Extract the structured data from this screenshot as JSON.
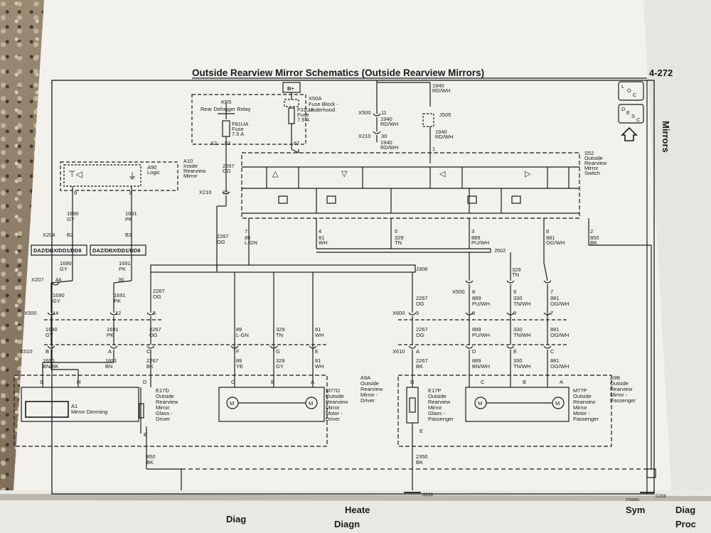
{
  "page": {
    "title": "Outside Rearview Mirror Schematics (Outside Rearview Mirrors)",
    "page_number": "4-272",
    "section": "Mirrors",
    "loc_label_1": "L",
    "loc_label_2": "O",
    "loc_label_3": "C",
    "desc_label_1": "D",
    "desc_label_2": "E",
    "desc_label_3": "S",
    "desc_label_4": "C",
    "print_code": "2706841"
  },
  "power": {
    "battery": "B+",
    "fuse_block_id": "X50A",
    "fuse_block_name_1": "Fuse Block -",
    "fuse_block_name_2": "Underhood",
    "relay_id": "KR5",
    "relay_name": "Rear Defogger Relay",
    "fuse_left_id": "F61UA",
    "fuse_left_name": "Fuse",
    "fuse_left_rating": "7.5 A",
    "fuse_right_id": "F31UA",
    "fuse_right_name": "Fuse",
    "fuse_right_rating": "7.5 A",
    "pin_x2": "X2",
    "pin_53": "53",
    "pin_67": "67"
  },
  "top_right_feed": {
    "circuit_1": "1940",
    "color_1": "RD/WH",
    "x500": "X500",
    "pin_11": "11",
    "circuit_2": "1940",
    "color_2": "RD/WH",
    "x210": "X210",
    "pin_30": "30",
    "circuit_3": "1940",
    "color_3": "RD/WH",
    "splice": "J505",
    "circuit_4": "1940",
    "color_4": "RD/WH",
    "pin_1": "1"
  },
  "inside_mirror": {
    "id": "A10",
    "name_1": "Inside",
    "name_2": "Rearview",
    "name_3": "Mirror",
    "logic_id": "A90",
    "logic_name": "Logic",
    "pin_9": "9",
    "pin_8": "8"
  },
  "switch": {
    "id": "S52",
    "name_1": "Outside",
    "name_2": "Rearview",
    "name_3": "Mirror",
    "name_4": "Switch"
  },
  "wires": {
    "c1690": "1690",
    "c1691": "1691",
    "c2267": "2267",
    "c89": "89",
    "c329": "329",
    "c81": "81",
    "c889": "889",
    "c330": "330",
    "c881": "881",
    "c850": "850",
    "c2350": "2350",
    "gy": "GY",
    "pk": "PK",
    "og": "OG",
    "lgn": "L-GN",
    "tn": "TN",
    "wh": "WH",
    "puwh": "PU/WH",
    "ogwh": "OG/WH",
    "bk": "BK",
    "bnbk": "BN/BK",
    "bn": "BN",
    "ye": "YE",
    "tnwh": "TN/WH",
    "bnwh": "BN/WH"
  },
  "connectors": {
    "x204": "X204",
    "b2": "B2",
    "b3": "B3",
    "option_code": "DAZ/DBX/DD1/DD8",
    "x207": "X207",
    "p44": "44",
    "p36": "36",
    "x500": "X500",
    "p14": "14",
    "p12": "12",
    "p5": "5",
    "x510": "X510",
    "x210": "X210",
    "p25": "25",
    "x600": "X600",
    "x610": "X610",
    "j308": "J308",
    "j502": "J502",
    "p7": "7",
    "p4": "4",
    "p3": "3",
    "p8": "8",
    "p2": "2",
    "p9": "9",
    "pa": "A",
    "pb": "B",
    "pc": "C",
    "pd": "D",
    "pe": "E",
    "pf": "F",
    "pg": "G",
    "ph": "H"
  },
  "components": {
    "a1_id": "A1",
    "a1_name": "Mirror Dimming",
    "e17d_id": "E17D",
    "e17d_1": "Outside",
    "e17d_2": "Rearview",
    "e17d_3": "Mirror",
    "e17d_4": "Glass -",
    "e17d_5": "Driver",
    "m77d_id": "M77D",
    "m77d_1": "Outside",
    "m77d_2": "Rearview",
    "m77d_3": "Mirror",
    "m77d_4": "Motor -",
    "m77d_5": "Driver",
    "a9a_id": "A9A",
    "a9a_1": "Outside",
    "a9a_2": "Rearview",
    "a9a_3": "Mirror -",
    "a9a_4": "Driver",
    "e17p_id": "E17P",
    "e17p_1": "Outside",
    "e17p_2": "Rearview",
    "e17p_3": "Mirror",
    "e17p_4": "Glass -",
    "e17p_5": "Passenger",
    "m77p_id": "M77P",
    "m77p_1": "Outside",
    "m77p_2": "Rearview",
    "m77p_3": "Mirror",
    "m77p_4": "Motor -",
    "m77p_5": "Passenger",
    "a9b_id": "A9B",
    "a9b_1": "Outside",
    "a9b_2": "Rearview",
    "a9b_3": "Mirror -",
    "a9b_4": "Passenger",
    "motor_m": "M",
    "ground_left": "G206",
    "ground_right": "G208"
  },
  "next_page": {
    "left_heading": "Diag",
    "heat_heading": "Heate",
    "heat_sub": "Diagn",
    "sym_heading": "Sym",
    "diag_right": "Diag",
    "proc_right": "Proc"
  }
}
